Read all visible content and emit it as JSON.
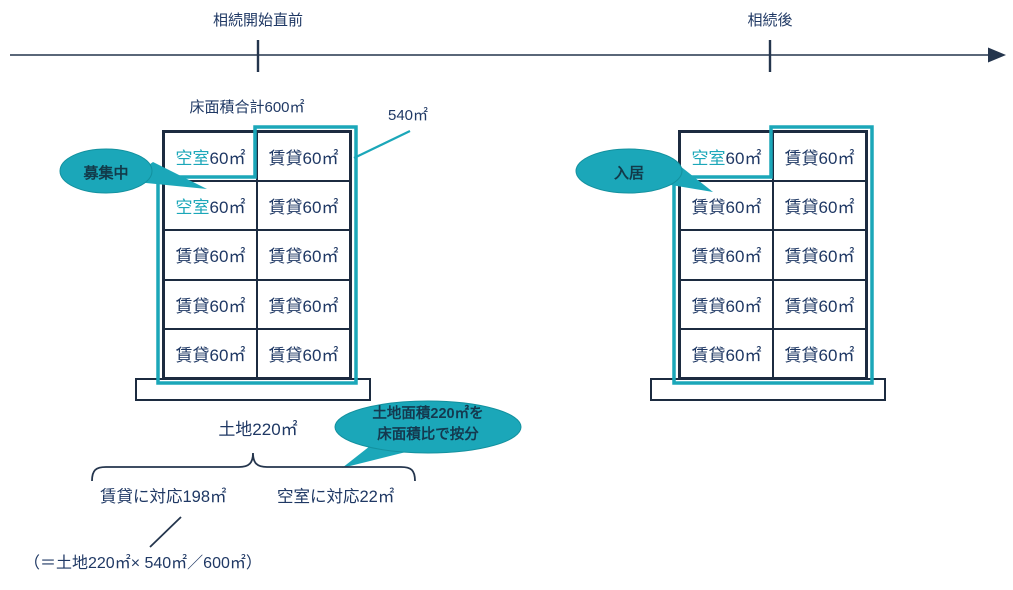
{
  "colors": {
    "teal": "#1ba7b9",
    "navy_text": "#1f3864",
    "border_navy": "#1c2b40"
  },
  "timeline": {
    "label_before": "相続開始直前",
    "label_after": "相続後"
  },
  "left_building": {
    "title": "床面積合計600㎡",
    "rented_area_callout": "540㎡",
    "recruiting_callout": "募集中",
    "cells": [
      {
        "status": "空室",
        "area": "60㎡"
      },
      {
        "status": "賃貸",
        "area": "60㎡"
      },
      {
        "status": "空室",
        "area": "60㎡"
      },
      {
        "status": "賃貸",
        "area": "60㎡"
      },
      {
        "status": "賃貸",
        "area": "60㎡"
      },
      {
        "status": "賃貸",
        "area": "60㎡"
      },
      {
        "status": "賃貸",
        "area": "60㎡"
      },
      {
        "status": "賃貸",
        "area": "60㎡"
      },
      {
        "status": "賃貸",
        "area": "60㎡"
      },
      {
        "status": "賃貸",
        "area": "60㎡"
      }
    ]
  },
  "right_building": {
    "moved_in_callout": "入居",
    "cells": [
      {
        "status": "空室",
        "area": "60㎡"
      },
      {
        "status": "賃貸",
        "area": "60㎡"
      },
      {
        "status": "賃貸",
        "area": "60㎡"
      },
      {
        "status": "賃貸",
        "area": "60㎡"
      },
      {
        "status": "賃貸",
        "area": "60㎡"
      },
      {
        "status": "賃貸",
        "area": "60㎡"
      },
      {
        "status": "賃貸",
        "area": "60㎡"
      },
      {
        "status": "賃貸",
        "area": "60㎡"
      },
      {
        "status": "賃貸",
        "area": "60㎡"
      },
      {
        "status": "賃貸",
        "area": "60㎡"
      }
    ]
  },
  "land": {
    "label": "土地220㎡",
    "apportion_callout_line1": "土地面積220㎡を",
    "apportion_callout_line2": "床面積比で按分",
    "rental_portion": "賃貸に対応198㎡",
    "vacant_portion": "空室に対応22㎡",
    "formula": "（＝土地220㎡× 540㎡／600㎡）"
  }
}
